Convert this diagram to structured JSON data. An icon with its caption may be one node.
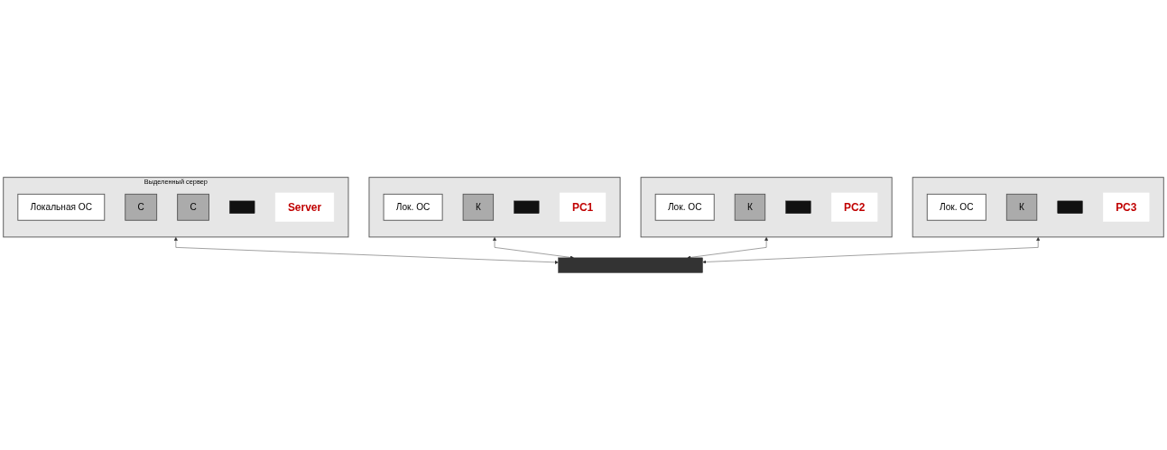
{
  "diagram": {
    "nodes": [
      {
        "text": [
          "Выделенный сервер"
        ]
      },
      {
        "text": [
          "Локальная ОС"
        ],
        "in": 0
      },
      {
        "text": [
          "С"
        ],
        "in": 0
      },
      {
        "text": [
          "С"
        ],
        "in": 0
      },
      {
        "text": [],
        "shape": "bar",
        "in": 0
      },
      {
        "text": [
          "Server"
        ],
        "in": 0
      },
      {
        "text": [],
        "shape": "box"
      },
      {
        "text": [
          "Лок. ОС"
        ],
        "in": 6
      },
      {
        "text": [
          "К"
        ],
        "in": 6
      },
      {
        "text": [],
        "shape": "bar",
        "in": 6
      },
      {
        "text": [
          "PC1"
        ],
        "in": 6
      },
      {
        "text": [],
        "shape": "box"
      },
      {
        "text": [
          "Лок. ОС"
        ],
        "in": 11
      },
      {
        "text": [
          "К"
        ],
        "in": 11
      },
      {
        "text": [],
        "shape": "bar",
        "in": 11
      },
      {
        "text": [
          "PC2"
        ],
        "in": 11
      },
      {
        "text": [],
        "shape": "box"
      },
      {
        "text": [
          "Лок. ОС"
        ],
        "in": 16
      },
      {
        "text": [
          "К"
        ],
        "in": 16
      },
      {
        "text": [],
        "shape": "bar",
        "in": 16
      },
      {
        "text": [
          "PC3"
        ],
        "in": 16
      },
      {
        "text": [],
        "shape": "bar"
      }
    ],
    "edges": [
      {
        "from": 0,
        "to": 21,
        "arrow": "both"
      },
      {
        "from": 6,
        "to": 21,
        "arrow": "both"
      },
      {
        "from": 11,
        "to": 21,
        "arrow": "both"
      },
      {
        "from": 16,
        "to": 21,
        "arrow": "both"
      }
    ]
  }
}
